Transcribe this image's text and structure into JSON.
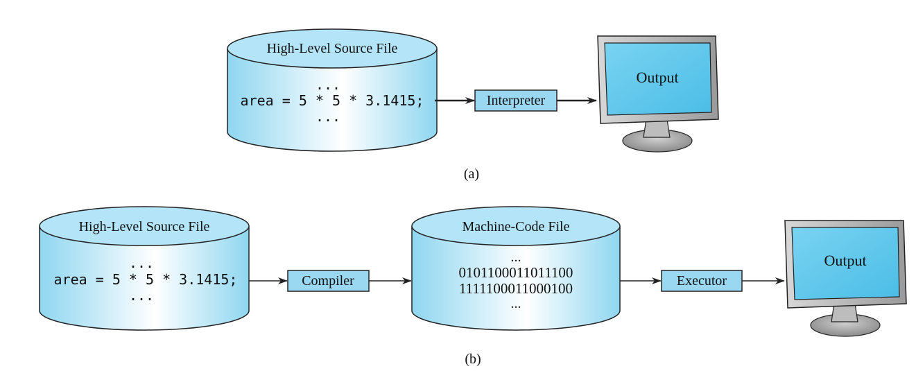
{
  "diagram_a": {
    "source_cylinder": {
      "title": "High-Level Source File",
      "dots_top": "...",
      "code": "area = 5 * 5 * 3.1415;",
      "dots_bottom": "..."
    },
    "process_label": "Interpreter",
    "monitor_label": "Output",
    "caption": "(a)"
  },
  "diagram_b": {
    "source_cylinder": {
      "title": "High-Level Source File",
      "dots_top": "...",
      "code": "area = 5 * 5 * 3.1415;",
      "dots_bottom": "..."
    },
    "compiler_label": "Compiler",
    "machine_cylinder": {
      "title": "Machine-Code File",
      "dots_top": "...",
      "line1": "0101100011011100",
      "line2": "1111100011000100",
      "dots_bottom": "..."
    },
    "executor_label": "Executor",
    "monitor_label": "Output",
    "caption": "(b)"
  },
  "colors": {
    "cylinder_fill_light": "#ffffff",
    "cylinder_fill_dark": "#8fd6f0",
    "cylinder_top": "#b3e4f7",
    "box_fill": "#9ad8f1",
    "screen_fill": "#5cc6ec",
    "monitor_frame": "#b0b0b0",
    "stroke": "#222222"
  }
}
